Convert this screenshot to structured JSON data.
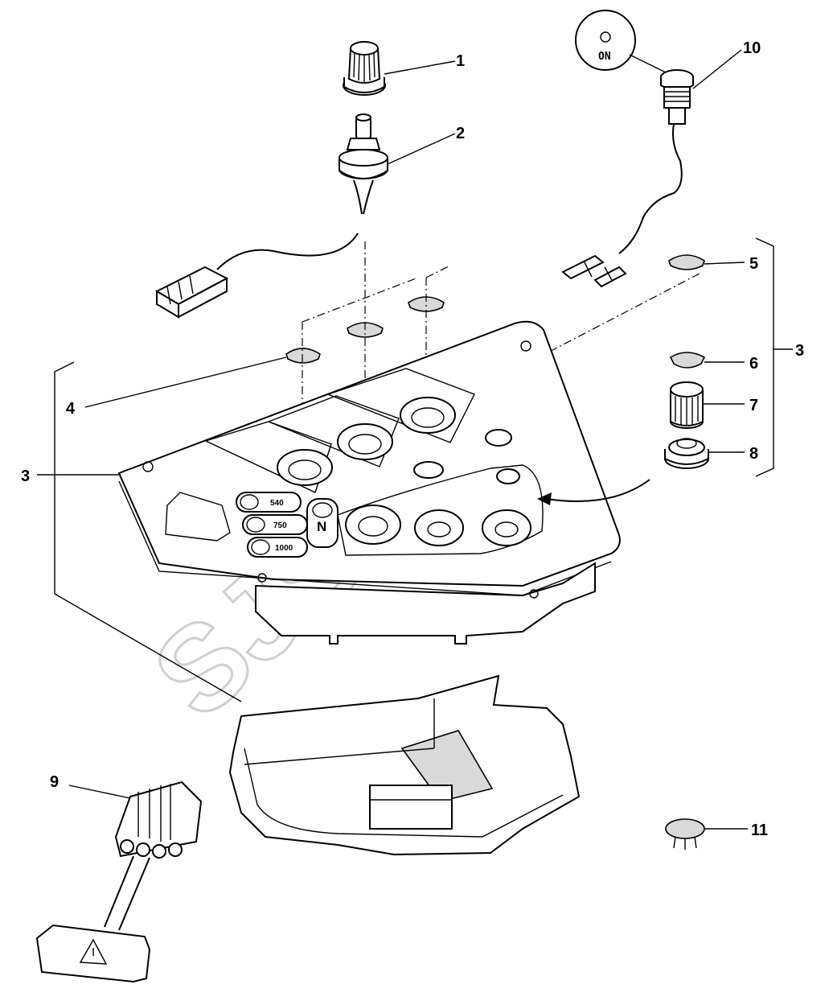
{
  "callouts": {
    "c1": "1",
    "c2": "2",
    "c3a": "3",
    "c3b": "3",
    "c4": "4",
    "c5": "5",
    "c6": "6",
    "c7": "7",
    "c8": "8",
    "c9": "9",
    "c10": "10",
    "c11": "11"
  },
  "labels": {
    "on_button": "ON",
    "pto_540": "540",
    "pto_750": "750",
    "pto_1000": "1000",
    "neutral": "N"
  },
  "watermark": "SJSPOH",
  "colors": {
    "line": "#000000",
    "background": "#ffffff",
    "watermark": "#cfcfcf"
  }
}
